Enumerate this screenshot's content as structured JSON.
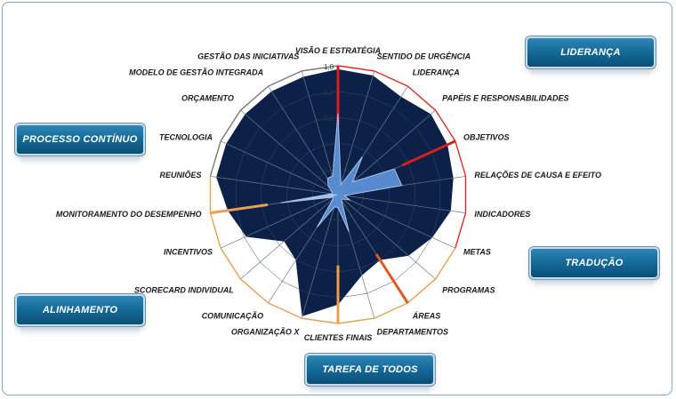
{
  "groups": {
    "lideranca": "LIDERANÇA",
    "processo": "PROCESSO CONTÍNUO",
    "traducao": "TRADUÇÃO",
    "alinhamento": "ALINHAMENTO",
    "tarefa": "TAREFA DE TODOS"
  },
  "chart_data": {
    "type": "radar",
    "categories": [
      "VISÃO E ESTRATÉGIA",
      "SENTIDO DE URGÊNCIA",
      "LIDERANÇA",
      "PAPÉIS E RESPONSABILIDADES",
      "OBJETIVOS",
      "RELAÇÕES DE CAUSA E EFEITO",
      "INDICADORES",
      "METAS",
      "PROGRAMAS",
      "ÁREAS",
      "DEPARTAMENTOS",
      "CLIENTES FINAIS",
      "ORGANIZAÇÃO X",
      "COMUNICAÇÃO",
      "SCORECARD INDIVIDUAL",
      "INCENTIVOS",
      "MONITORAMENTO DO DESEMPENHO",
      "REUNIÕES",
      "TECNOLOGIA",
      "ORÇAMENTO",
      "MODELO DE GESTÃO INTEGRADA",
      "GESTÃO DAS INICIATIVAS"
    ],
    "series": [
      {
        "values": [
          0.97,
          0.96,
          0.9,
          0.95,
          0.93,
          0.9,
          0.88,
          0.8,
          0.72,
          0.6,
          0.65,
          0.85,
          0.98,
          0.6,
          0.55,
          0.78,
          0.86,
          0.95,
          0.95,
          0.95,
          0.95,
          0.95
        ]
      },
      {
        "values": [
          0.63,
          0.08,
          0.35,
          0.15,
          0.48,
          0.5,
          0.05,
          0.1,
          0.05,
          0.05,
          0.3,
          0.1,
          0.1,
          0.3,
          0.05,
          0.05,
          0.45,
          0.05,
          0.05,
          0.1,
          0.15,
          0.15
        ]
      }
    ],
    "ylim": [
      0,
      1
    ],
    "ticks": [
      "1,0",
      "0,8",
      "0,6",
      "0,4",
      "0,2"
    ],
    "ring_colors": [
      "#e02a2a",
      "#e02a2a",
      "#e02a2a",
      "#e02a2a",
      "#e02a2a",
      "#e02a2a",
      "#e02a2a",
      "#e8a050",
      "#e8a050",
      "#e8a050",
      "#e8a050",
      "#e8a050",
      "#e8a050",
      "#e8a050",
      "#e8a050",
      "#e8a050",
      "#e8a050",
      "#7a7a7a",
      "#7a7a7a",
      "#7a7a7a",
      "#7a7a7a",
      "#7a7a7a"
    ],
    "accent_lines": [
      {
        "category": "VISÃO E ESTRATÉGIA",
        "color": "#d02020"
      },
      {
        "category": "OBJETIVOS",
        "color": "#d02020"
      },
      {
        "category": "ÁREAS",
        "color": "#e05a20"
      },
      {
        "category": "CLIENTES FINAIS",
        "color": "#e8a050"
      },
      {
        "category": "MONITORAMENTO DO DESEMPENHO",
        "color": "#e8a050"
      }
    ],
    "colors": {
      "outer": "#0d2148",
      "inner": "#5b8fd6",
      "inner_light": "#a9c3e6"
    }
  }
}
